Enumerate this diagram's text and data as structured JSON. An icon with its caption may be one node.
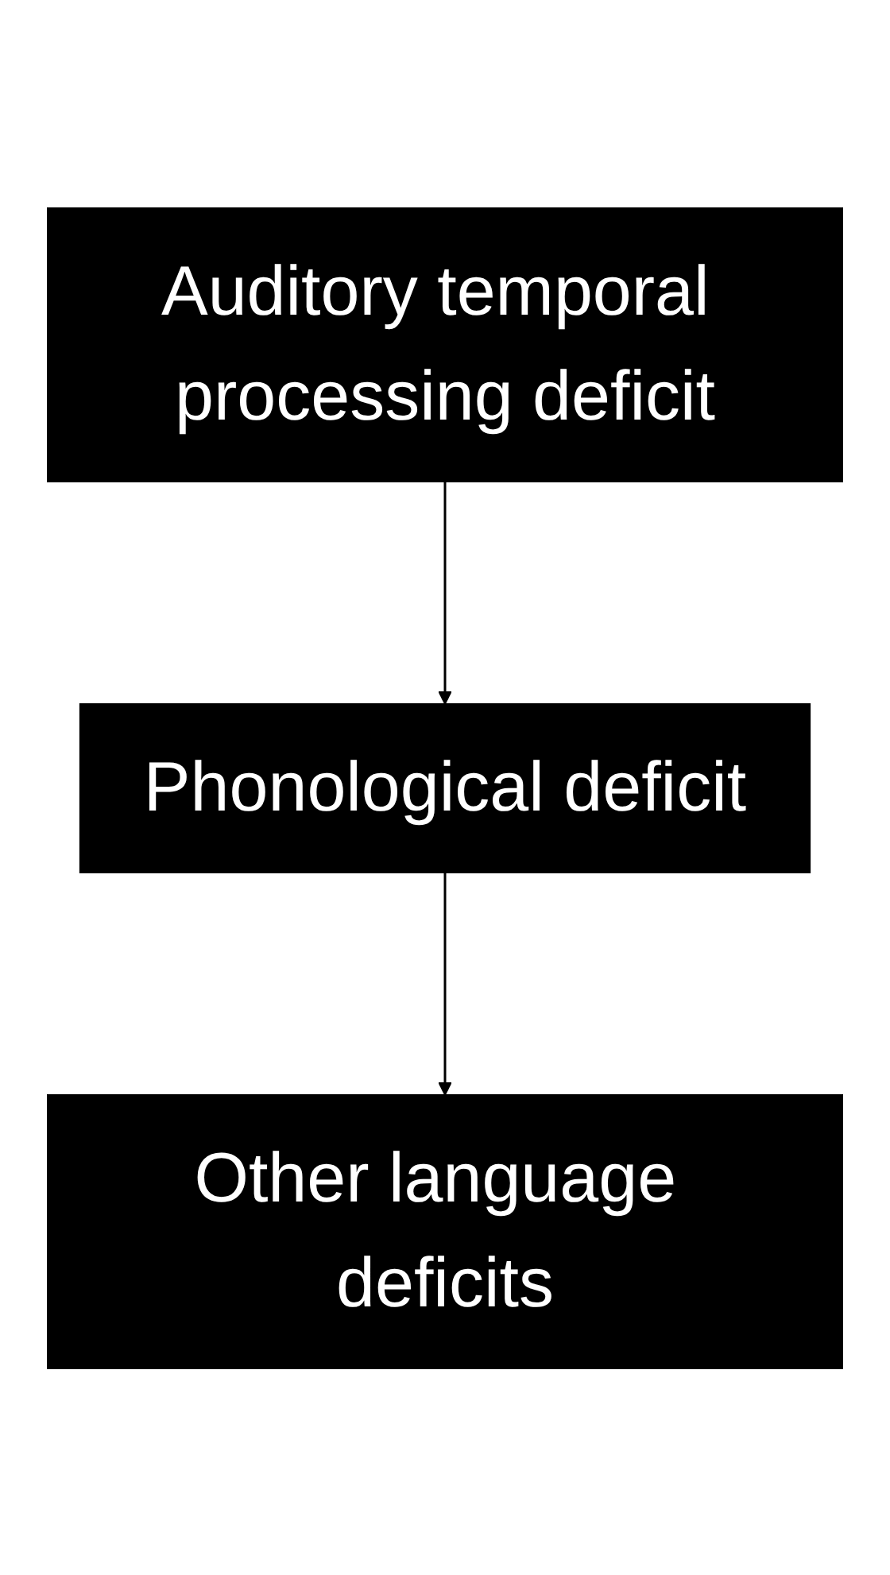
{
  "diagram": {
    "nodes": [
      {
        "text": [
          "Auditory temporal processing deficit"
        ]
      },
      {
        "text": [
          "Phonological deficit"
        ]
      },
      {
        "text": [
          "Other language deficits"
        ]
      }
    ],
    "edges": [
      {
        "from": 0,
        "to": 1,
        "arrow": "to"
      },
      {
        "from": 1,
        "to": 2,
        "arrow": "to"
      }
    ]
  }
}
